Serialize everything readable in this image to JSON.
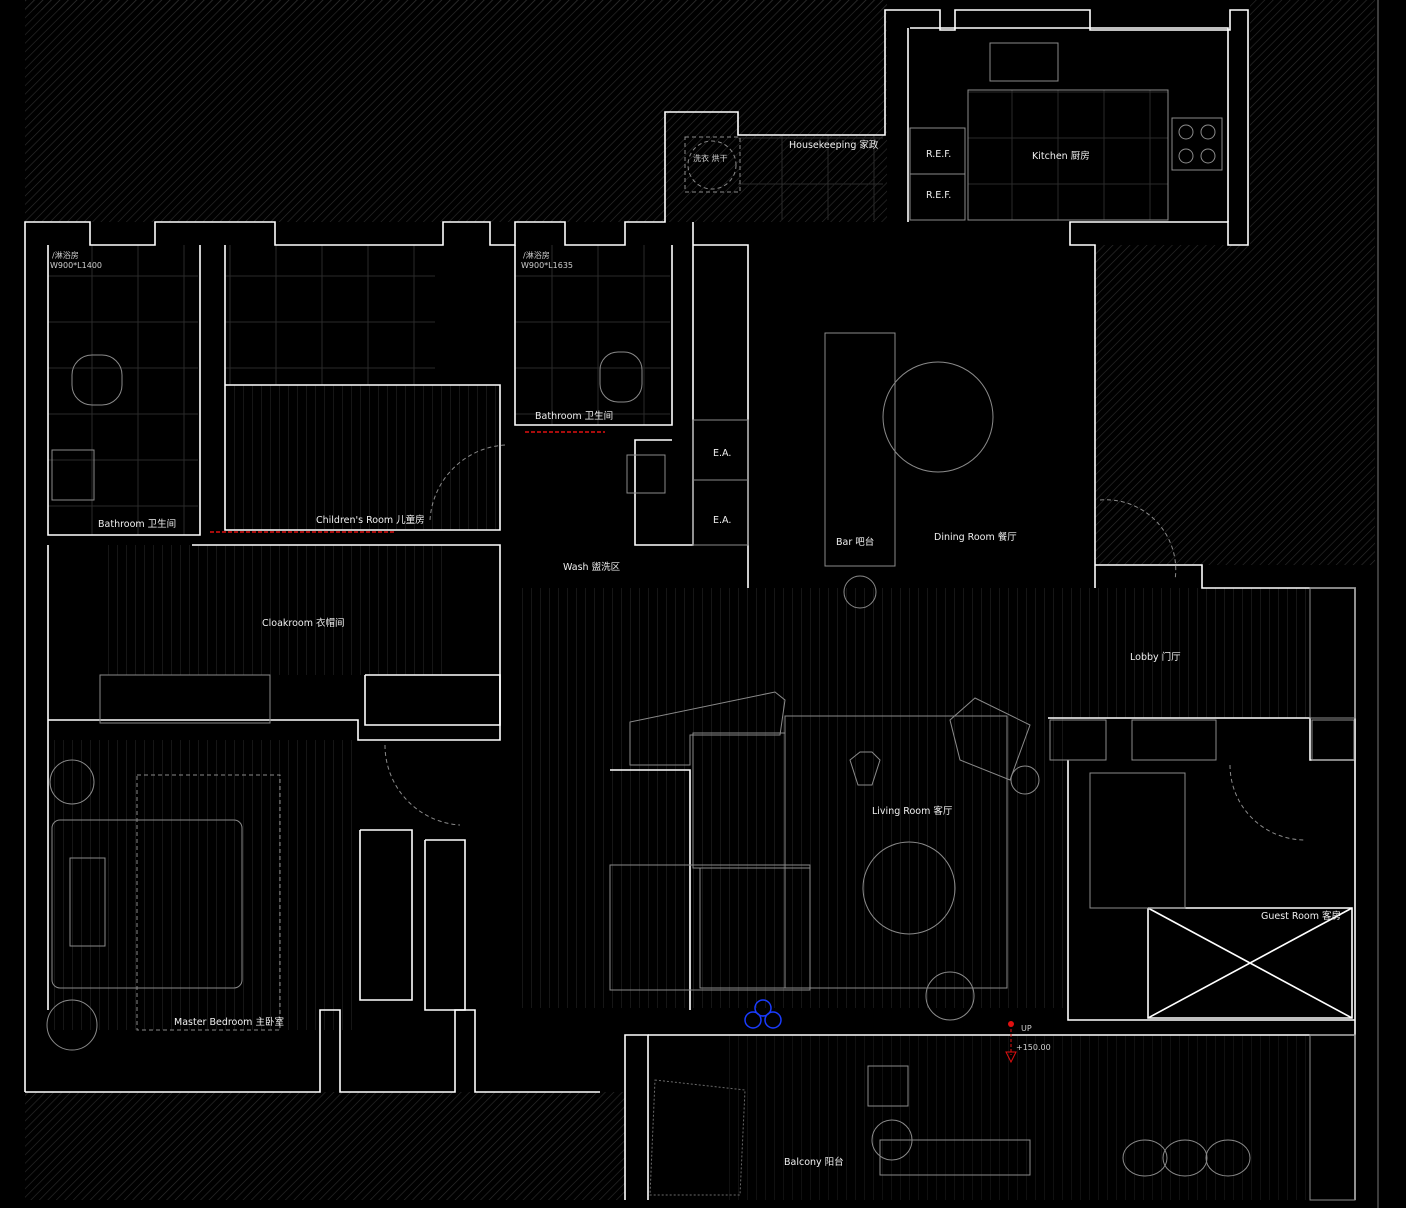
{
  "plan": {
    "rooms": {
      "bathroom1": "Bathroom 卫生间",
      "shower1": "/淋浴房",
      "shower1_size": "W900*L1400",
      "childrens_room": "Children's Room 儿童房",
      "bathroom2": "Bathroom 卫生间",
      "shower2": "/淋浴房",
      "shower2_size": "W900*L1635",
      "housekeeping": "Housekeeping 家政",
      "laundry": "洗衣 烘干",
      "kitchen": "Kitchen 厨房",
      "ref1": "R.E.F.",
      "ref2": "R.E.F.",
      "ea1": "E.A.",
      "ea2": "E.A.",
      "bar": "Bar 吧台",
      "dining_room": "Dining Room 餐厅",
      "wash": "Wash 盥洗区",
      "cloakroom": "Cloakroom 衣帽间",
      "lobby": "Lobby 门厅",
      "living_room": "Living Room 客厅",
      "guest_room": "Guest Room 客房",
      "master_bedroom": "Master Bedroom 主卧室",
      "balcony": "Balcony 阳台"
    },
    "level": {
      "up": "UP",
      "elevation": "+150.00"
    },
    "colors": {
      "walls": "#ffffff",
      "hatch": "#5a5a5a",
      "marker": "#e01010",
      "lamp": "#1a3cff"
    }
  }
}
